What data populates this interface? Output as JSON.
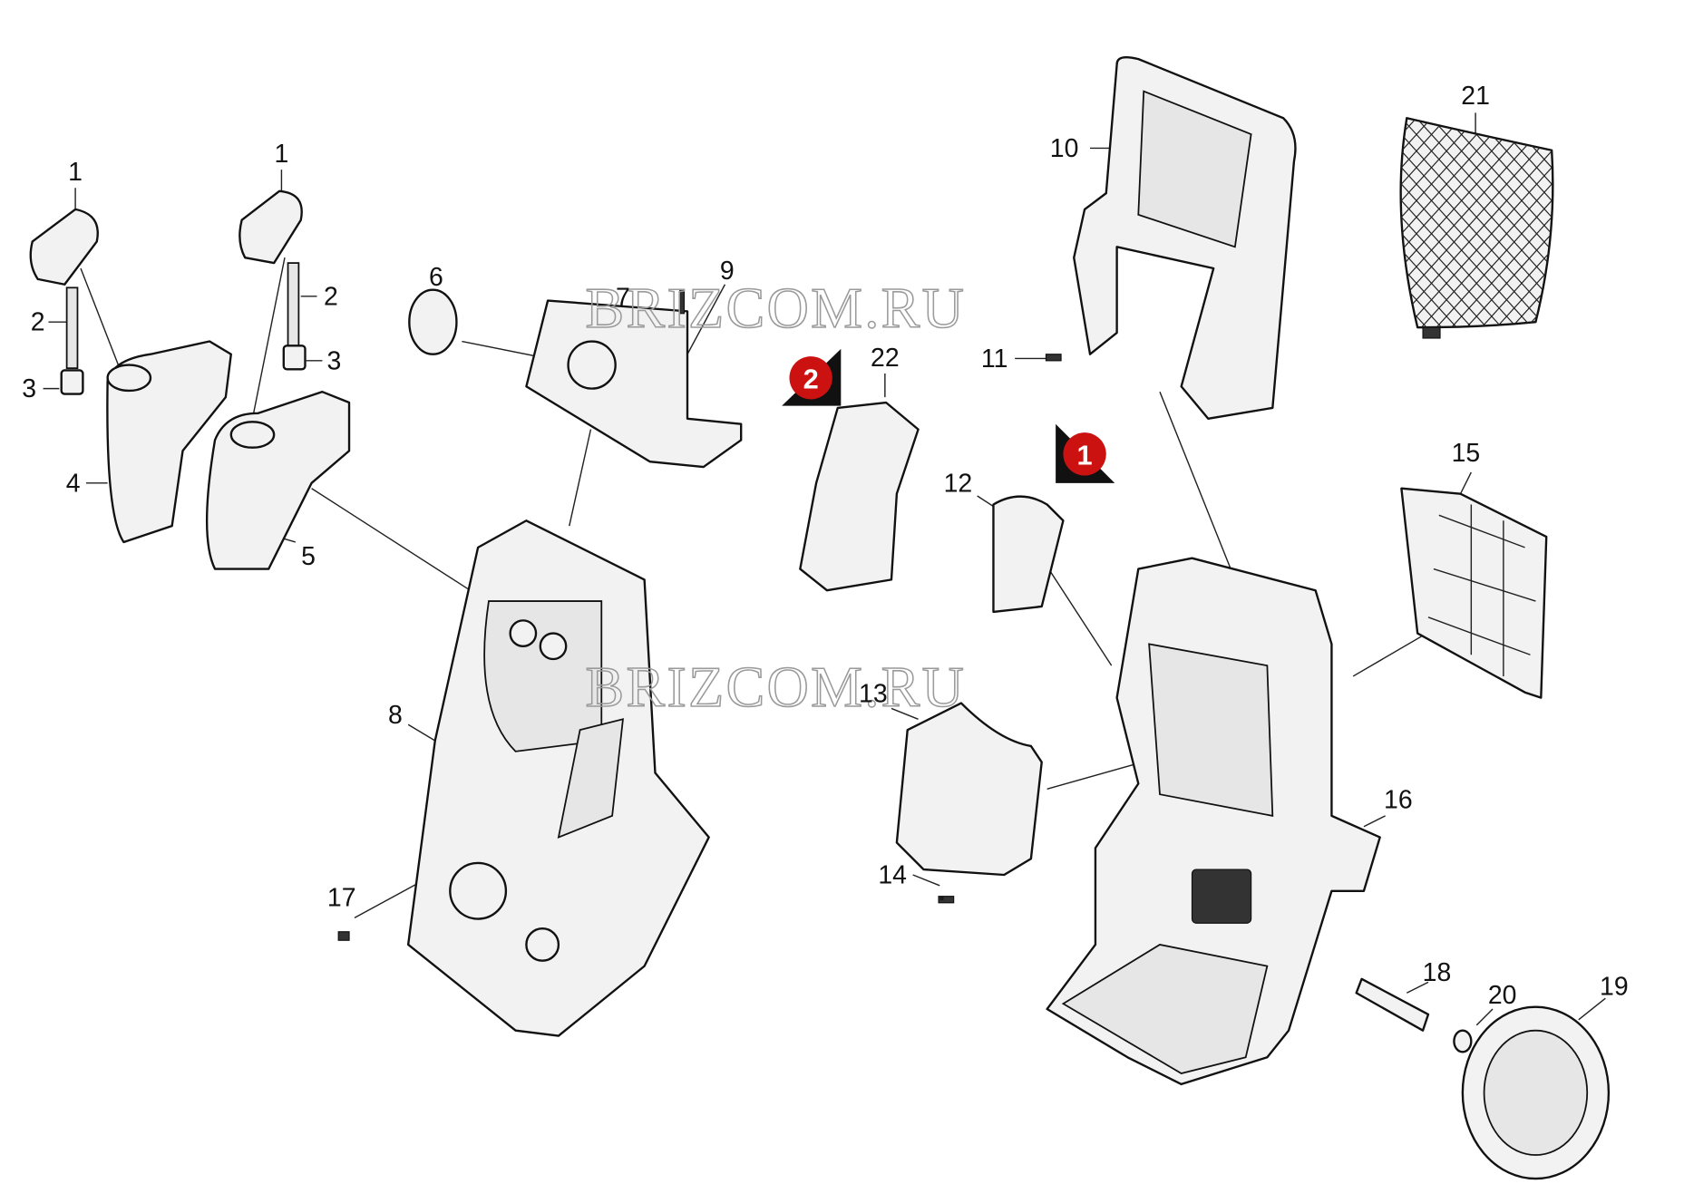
{
  "title": "Exploded parts diagram – pressure washer housing",
  "watermark": "BRIZCOM.RU",
  "markers": [
    {
      "label": "1",
      "color": "#cc1111"
    },
    {
      "label": "2",
      "color": "#cc1111"
    }
  ],
  "callouts": [
    "1",
    "1",
    "2",
    "2",
    "3",
    "3",
    "4",
    "5",
    "6",
    "7",
    "8",
    "9",
    "10",
    "11",
    "12",
    "13",
    "14",
    "15",
    "16",
    "17",
    "18",
    "19",
    "20",
    "21",
    "22"
  ]
}
